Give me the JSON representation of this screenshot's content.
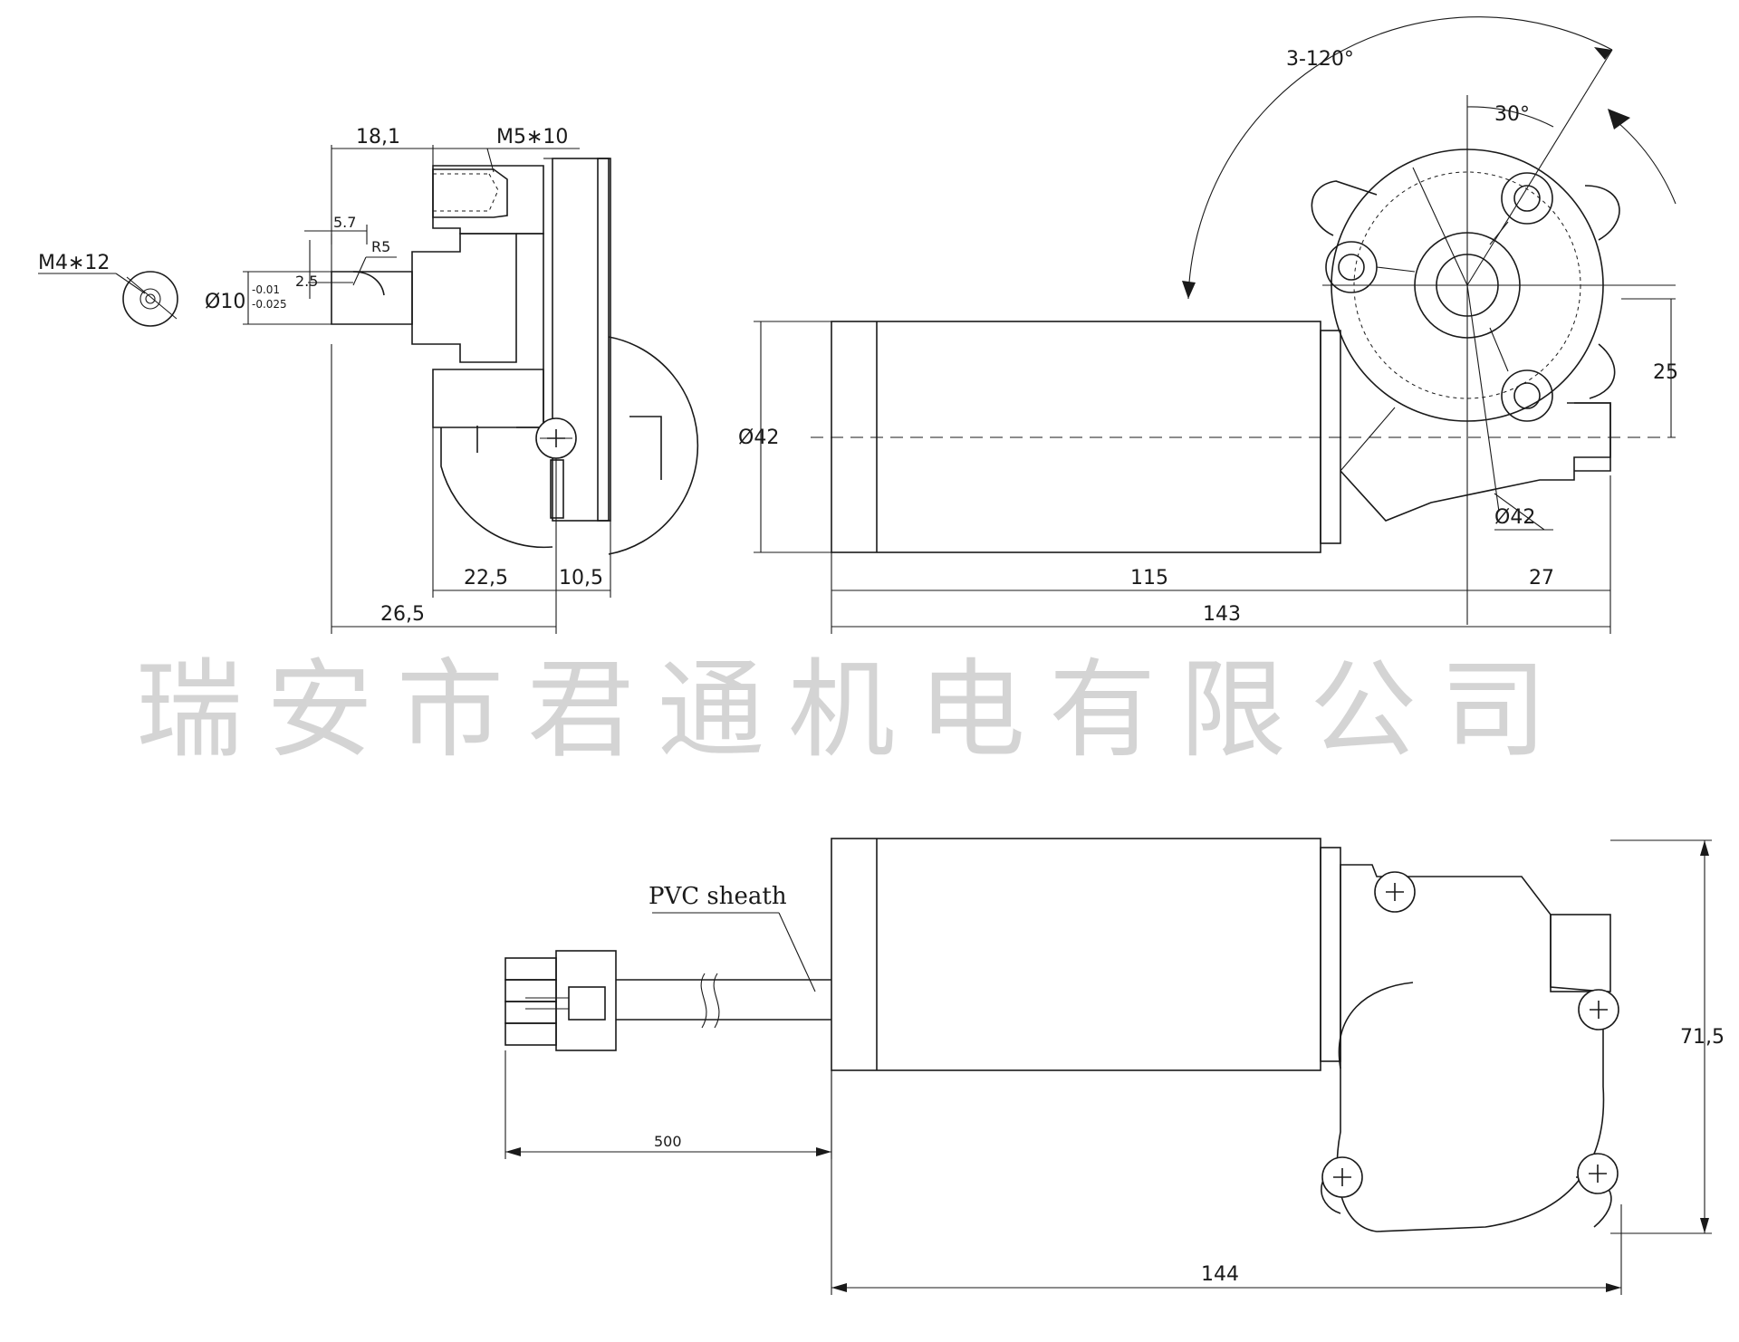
{
  "watermark": "瑞安市君通机电有限公司",
  "labels": {
    "cable": "PVC sheath",
    "screw_m4": "M4∗12",
    "screw_m5": "M5∗10"
  },
  "dims": {
    "d18_1": "18,1",
    "d5_7": "5.7",
    "r5": "R5",
    "d2_5": "2.5",
    "shaft_dia": "Ø10",
    "tol_upper": "-0.01",
    "tol_lower": "-0.025",
    "d22_5": "22,5",
    "d10_5": "10,5",
    "d26_5": "26,5",
    "motor_dia": "Ø42",
    "gear_dia": "Ø42",
    "d115": "115",
    "d27": "27",
    "d143": "143",
    "d25": "25",
    "angle_holes": "3-120°",
    "angle_30": "30°",
    "d500": "500",
    "d71_5": "71,5",
    "d144": "144"
  }
}
